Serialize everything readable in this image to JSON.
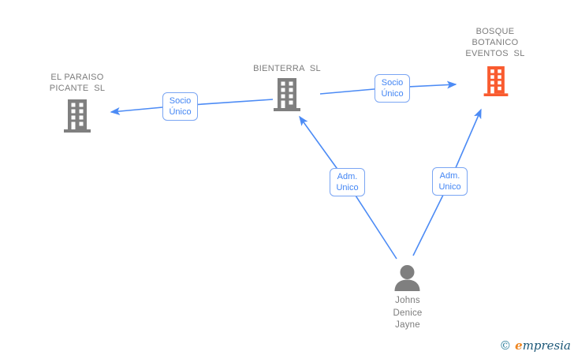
{
  "diagram_type": "company-ownership-network",
  "colors": {
    "edge_blue": "#4c8bf5",
    "edge_label_text": "#4285f4",
    "edge_label_border": "#7aa5f3",
    "node_text_gray": "#7c7c7c",
    "building_gray": "#7f7f7f",
    "building_orange": "#f95b2f",
    "person_gray": "#7f7f7f",
    "logo_orange": "#ee8622",
    "logo_teal": "#1c5878",
    "copyright_teal": "#2d7f9d"
  },
  "nodes": {
    "el_paraiso": {
      "line1": "EL PARAISO",
      "line2": "PICANTE  SL",
      "icon": "building-icon",
      "icon_color": "#7f7f7f"
    },
    "bienterra": {
      "line1": "BIENTERRA  SL",
      "icon": "building-icon",
      "icon_color": "#7f7f7f"
    },
    "bosque": {
      "line1": "BOSQUE",
      "line2": "BOTANICO",
      "line3": "EVENTOS  SL",
      "icon": "building-icon",
      "icon_color": "#f95b2f"
    },
    "person": {
      "line1": "Johns",
      "line2": "Denice",
      "line3": "Jayne",
      "icon": "person-icon",
      "icon_color": "#7f7f7f"
    }
  },
  "edges": {
    "socio_unico_left": {
      "line1": "Socio",
      "line2": "Único",
      "from": "BIENTERRA  SL",
      "to": "EL PARAISO PICANTE  SL"
    },
    "socio_unico_right": {
      "line1": "Socio",
      "line2": "Único",
      "from": "BIENTERRA  SL",
      "to": "BOSQUE BOTANICO EVENTOS  SL"
    },
    "adm_unico_left": {
      "line1": "Adm.",
      "line2": "Unico",
      "from": "Johns Denice Jayne",
      "to": "BIENTERRA  SL"
    },
    "adm_unico_right": {
      "line1": "Adm.",
      "line2": "Unico",
      "from": "Johns Denice Jayne",
      "to": "BOSQUE BOTANICO EVENTOS  SL"
    }
  },
  "footer": {
    "copyright": "©",
    "brand_first": "e",
    "brand_rest": "mpresia"
  }
}
